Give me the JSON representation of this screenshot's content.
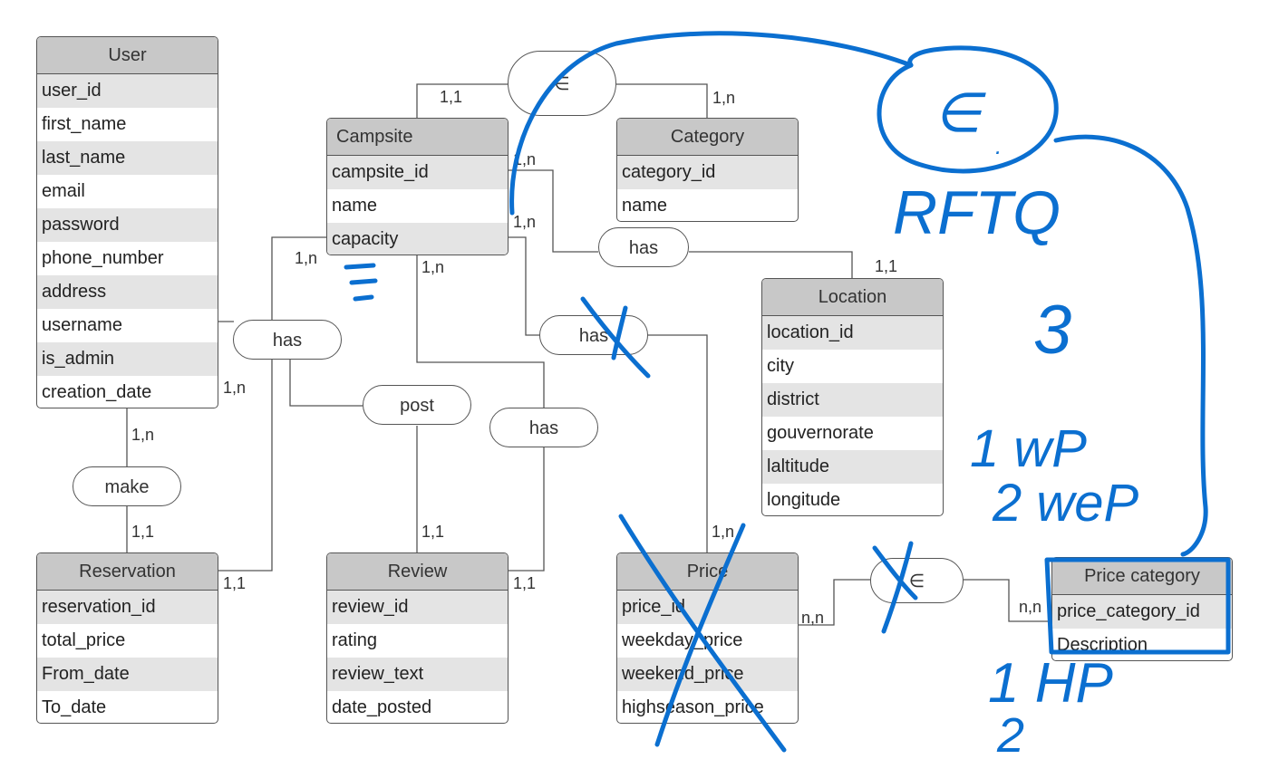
{
  "entities": {
    "user": {
      "title": "User",
      "attributes": [
        "user_id",
        "first_name",
        "last_name",
        "email",
        "password",
        "phone_number",
        "address",
        "username",
        "is_admin",
        "creation_date"
      ]
    },
    "reservation": {
      "title": "Reservation",
      "attributes": [
        "reservation_id",
        "total_price",
        "From_date",
        "To_date"
      ]
    },
    "campsite": {
      "title": "Campsite",
      "attributes": [
        "campsite_id",
        "name",
        "capacity"
      ]
    },
    "category": {
      "title": "Category",
      "attributes": [
        "category_id",
        "name"
      ]
    },
    "location": {
      "title": "Location",
      "attributes": [
        "location_id",
        "city",
        "district",
        "gouvernorate",
        "laltitude",
        "longitude"
      ]
    },
    "review": {
      "title": "Review",
      "attributes": [
        "review_id",
        "rating",
        "review_text",
        "date_posted"
      ]
    },
    "price": {
      "title": "Price",
      "attributes": [
        "price_id",
        "weekday_price",
        "weekend_price",
        "highseason_price"
      ]
    },
    "price_category": {
      "title": "Price category",
      "attributes": [
        "price_category_id",
        "Description"
      ]
    }
  },
  "relationships": {
    "belongs_top": "∈",
    "has_location": "has",
    "has_user": "has",
    "has_price": "has",
    "post": "post",
    "has_review": "has",
    "make": "make",
    "belongs_price": "∈"
  },
  "cardinalities": {
    "campsite_top": "1,1",
    "category_top": "1,n",
    "campsite_loc": "1,n",
    "campsite_price": "1,n",
    "location_top": "1,1",
    "campsite_left": "1,n",
    "campsite_bottom": "1,n",
    "user_right": "1,n",
    "user_bottom": "1,n",
    "reservation_top": "1,1",
    "reservation_right": "1,1",
    "review_top": "1,1",
    "review_right": "1,1",
    "price_top": "1,n",
    "price_right": "n,n",
    "price_category_left": "n,n"
  },
  "annotations": {
    "belongs": "∈",
    "dot": ".",
    "word": "RFTQ",
    "three": "3",
    "wp_line1": "1 wP",
    "wp_line2": "2 weP",
    "hp": "1 HP",
    "two": "2",
    "equiv": "≡",
    "ink_color": "#0b6fd0"
  }
}
